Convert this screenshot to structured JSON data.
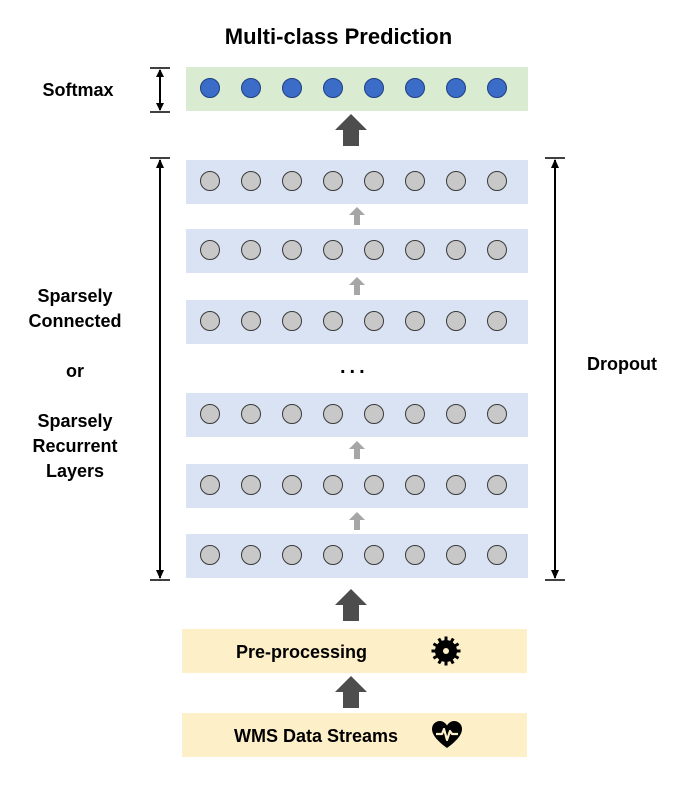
{
  "title": "Multi-class Prediction",
  "labels": {
    "softmax": "Softmax",
    "left_line1": "Sparsely",
    "left_line2": "Connected",
    "left_or": "or",
    "left_line3": "Sparsely",
    "left_line4": "Recurrent",
    "left_line5": "Layers",
    "dropout": "Dropout",
    "ellipsis": "...",
    "preprocessing": "Pre-processing",
    "input": "WMS Data Streams"
  },
  "colors": {
    "softmax_band": "#d9ecd2",
    "hidden_band": "#d9e3f4",
    "process_band": "#fdefc8",
    "output_node": "#3a6cc8",
    "hidden_node": "#c8c8c8",
    "big_arrow": "#4d4d4d",
    "small_arrow": "#a6a6a6"
  },
  "icons": {
    "preprocessing": "gear-icon",
    "input": "heart-pulse-icon"
  },
  "nodes_per_layer": 8,
  "hidden_layers_shown": 6
}
